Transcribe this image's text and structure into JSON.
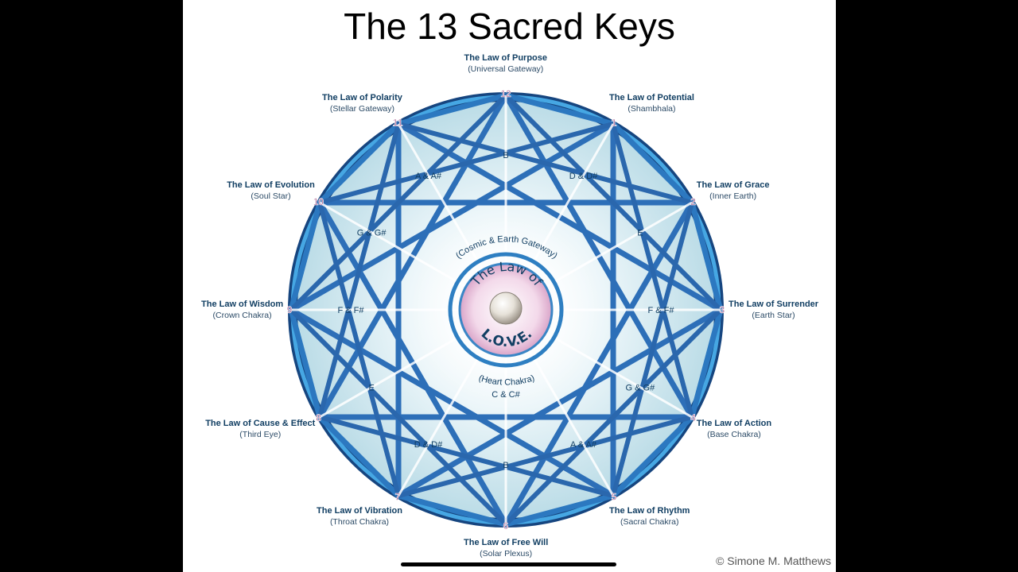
{
  "title": "The 13 Sacred Keys",
  "center": {
    "arc_top": "The Law of",
    "love": "L.O.V.E.",
    "gateway": "(Cosmic & Earth Gateway)",
    "heart": "(Heart Chakra)",
    "heart_note": "C & C#"
  },
  "laws": [
    {
      "num": "1",
      "name": "The Law of Potential",
      "sub": "(Shambhala)"
    },
    {
      "num": "2",
      "name": "The Law of Grace",
      "sub": "(Inner Earth)"
    },
    {
      "num": "3",
      "name": "The Law of Surrender",
      "sub": "(Earth Star)"
    },
    {
      "num": "4",
      "name": "The Law of Action",
      "sub": "(Base Chakra)"
    },
    {
      "num": "5",
      "name": "The Law of Rhythm",
      "sub": "(Sacral Chakra)"
    },
    {
      "num": "6",
      "name": "The Law of Free Will",
      "sub": "(Solar Plexus)"
    },
    {
      "num": "7",
      "name": "The Law of Vibration",
      "sub": "(Throat Chakra)"
    },
    {
      "num": "8",
      "name": "The Law of Cause & Effect",
      "sub": "(Third Eye)"
    },
    {
      "num": "9",
      "name": "The Law of Wisdom",
      "sub": "(Crown Chakra)"
    },
    {
      "num": "10",
      "name": "The Law of Evolution",
      "sub": "(Soul Star)"
    },
    {
      "num": "11",
      "name": "The Law of Polarity",
      "sub": "(Stellar Gateway)"
    },
    {
      "num": "12",
      "name": "The Law of Purpose",
      "sub": "(Universal Gateway)"
    }
  ],
  "notes": [
    "B",
    "D & D#",
    "E",
    "F & F#",
    "G & G#",
    "A & A#",
    "B",
    "D & D#",
    "E",
    "F & F#",
    "G & G#",
    "A & A#"
  ],
  "copyright": "© Simone M. Matthews",
  "colors": {
    "ring": "#2f86c9",
    "ring_dark": "#16457f",
    "star": "#2d6fb8",
    "ice": "#d8ecf2",
    "number": "#b06a97",
    "label": "#123f63"
  }
}
